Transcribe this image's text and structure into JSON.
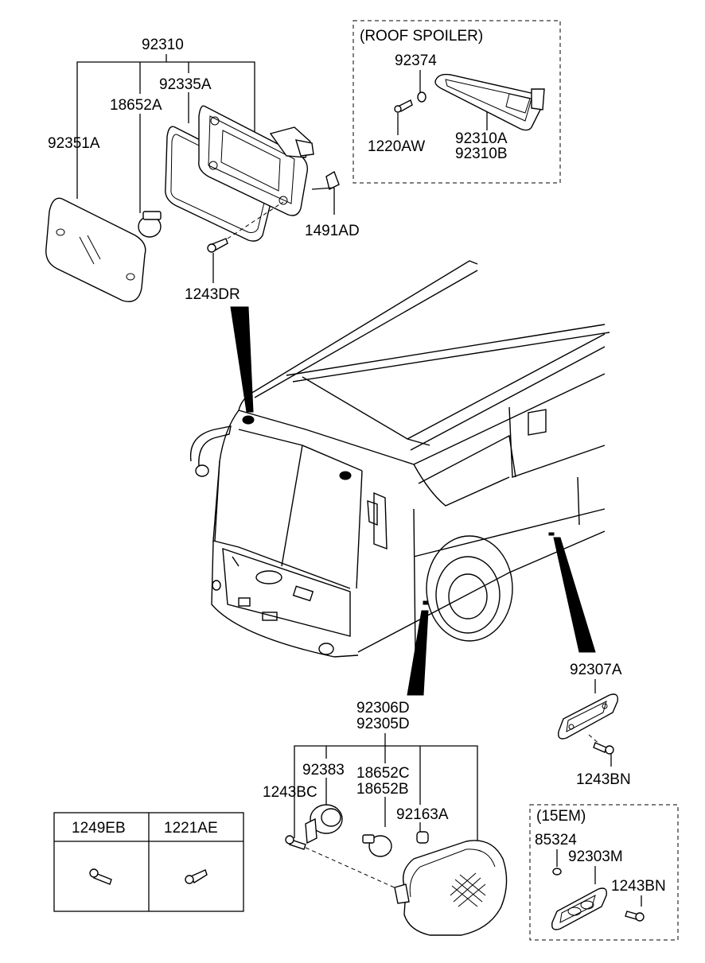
{
  "top_group": {
    "main_label": "92310",
    "labels": [
      "92351A",
      "18652A",
      "92335A",
      "1491AD",
      "1243DR"
    ]
  },
  "roof_spoiler": {
    "title": "(ROOF SPOILER)",
    "labels": [
      "92374",
      "1220AW",
      "92310A",
      "92310B"
    ]
  },
  "side_repeater": {
    "labels": [
      "92306D",
      "92305D",
      "92383",
      "1243BC",
      "18652C",
      "18652B",
      "92163A"
    ]
  },
  "side_marker": {
    "labels": [
      "92307A",
      "1243BN"
    ]
  },
  "em_box": {
    "title": "(15EM)",
    "labels": [
      "85324",
      "92303M",
      "1243BN"
    ]
  },
  "fastener_table": {
    "headers": [
      "1249EB",
      "1221AE"
    ]
  }
}
